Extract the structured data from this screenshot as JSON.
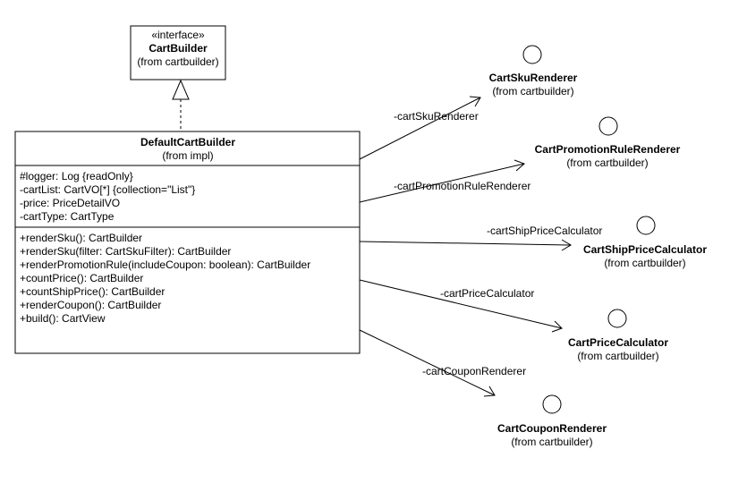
{
  "interface_box": {
    "stereotype": "«interface»",
    "name": "CartBuilder",
    "origin": "(from cartbuilder)"
  },
  "main_class": {
    "name": "DefaultCartBuilder",
    "origin": "(from impl)",
    "attributes": [
      "#logger: Log {readOnly}",
      "-cartList: CartVO[*] {collection=\"List\"}",
      "-price: PriceDetailVO",
      "-cartType: CartType"
    ],
    "operations": [
      "+renderSku(): CartBuilder",
      "+renderSku(filter: CartSkuFilter): CartBuilder",
      "+renderPromotionRule(includeCoupon: boolean): CartBuilder",
      "+countPrice(): CartBuilder",
      "+countShipPrice(): CartBuilder",
      "+renderCoupon(): CartBuilder",
      "+build(): CartView"
    ]
  },
  "interfaces": [
    {
      "name": "CartSkuRenderer",
      "origin": "(from cartbuilder)",
      "role": "-cartSkuRenderer"
    },
    {
      "name": "CartPromotionRuleRenderer",
      "origin": "(from cartbuilder)",
      "role": "-cartPromotionRuleRenderer"
    },
    {
      "name": "CartShipPriceCalculator",
      "origin": "(from cartbuilder)",
      "role": "-cartShipPriceCalculator"
    },
    {
      "name": "CartPriceCalculator",
      "origin": "(from cartbuilder)",
      "role": "-cartPriceCalculator"
    },
    {
      "name": "CartCouponRenderer",
      "origin": "(from cartbuilder)",
      "role": "-cartCouponRenderer"
    }
  ]
}
